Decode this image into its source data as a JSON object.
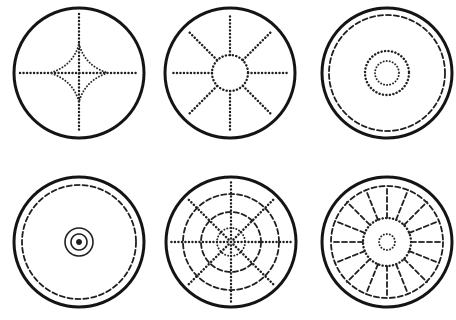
{
  "figure": {
    "panels": [
      {
        "id": "a",
        "pattern": "four-arm-cross"
      },
      {
        "id": "b",
        "pattern": "eight-spokes-with-hub"
      },
      {
        "id": "c",
        "pattern": "concentric-rings"
      },
      {
        "id": "d",
        "pattern": "central-rosette"
      },
      {
        "id": "e",
        "pattern": "radial-web"
      },
      {
        "id": "f",
        "pattern": "spokes-and-rings"
      }
    ],
    "colors": {
      "ink": "#1f1f1f",
      "paper": "#ffffff"
    }
  }
}
